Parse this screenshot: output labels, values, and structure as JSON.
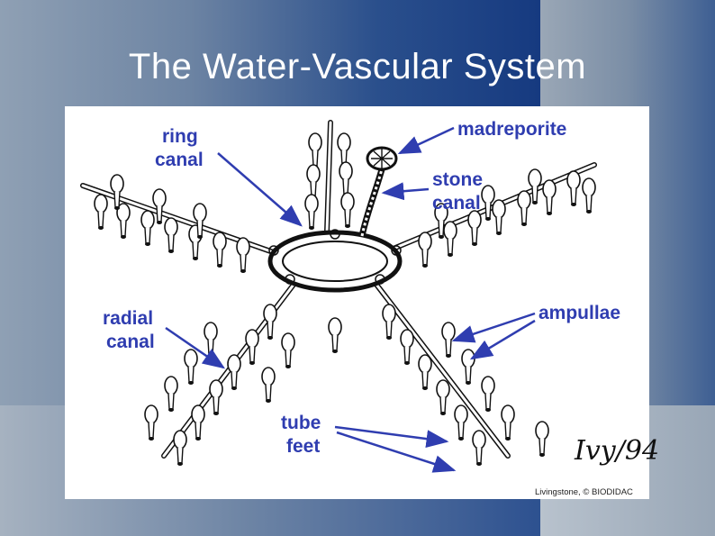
{
  "slide": {
    "title": "The Water-Vascular System"
  },
  "diagram": {
    "labels": {
      "ring_canal": [
        "ring",
        "canal"
      ],
      "madreporite": "madreporite",
      "stone_canal": [
        "stone",
        "canal"
      ],
      "radial_canal": [
        "radial",
        "canal"
      ],
      "ampullae": "ampullae",
      "tube_feet": [
        "tube",
        "feet"
      ]
    },
    "signature": "Ivy/94",
    "credit": "Livingstone, © BIODIDAC",
    "colors": {
      "label": "#2f3db0",
      "ink": "#111111",
      "arrow": "#2f3db0"
    }
  }
}
